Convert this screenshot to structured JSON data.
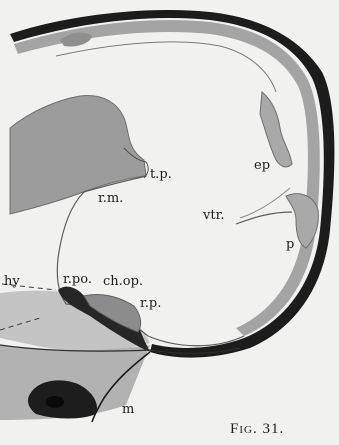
{
  "figure": {
    "caption": "Fig. 31.",
    "labels": {
      "tp": "t.p.",
      "rm": "r.m.",
      "ep": "ep",
      "vtr": "vtr.",
      "p": "p",
      "hy": "hy",
      "rpo": "r.po.",
      "chop": "ch.op.",
      "rp": "r.p.",
      "m": "m"
    }
  }
}
